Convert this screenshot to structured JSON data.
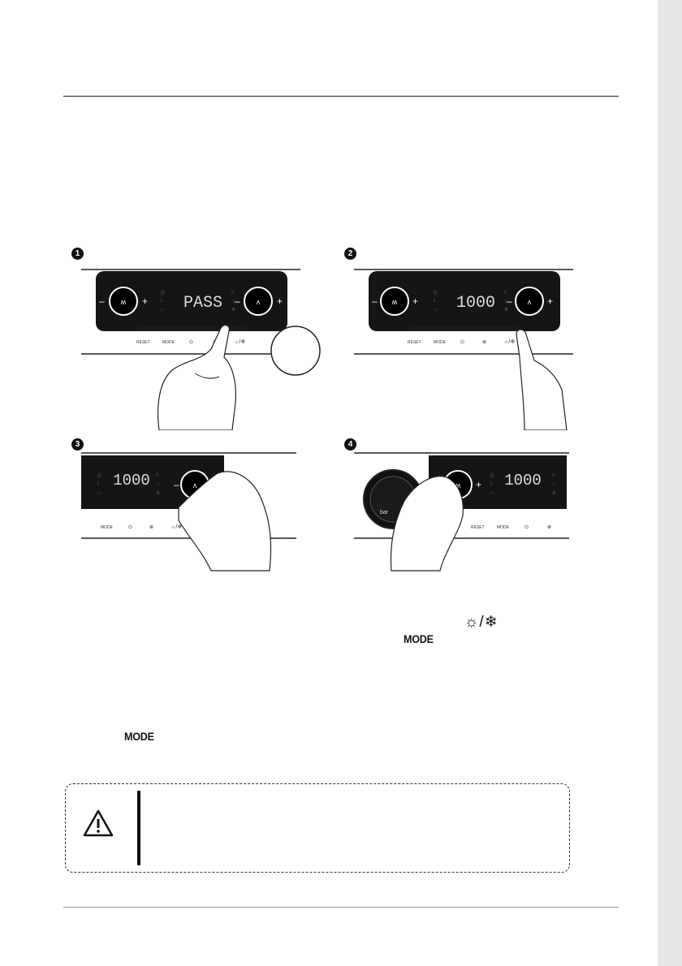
{
  "steps": [
    {
      "number": "1",
      "display": "PASS",
      "buttons": [
        "RESET",
        "MODE"
      ]
    },
    {
      "number": "2",
      "display": "1000",
      "buttons": [
        "RESET",
        "MODE"
      ]
    },
    {
      "number": "3",
      "display": "1000",
      "buttons": [
        "MODE"
      ]
    },
    {
      "number": "4",
      "display": "1000",
      "buttons": [
        "RESET",
        "MODE"
      ],
      "gauge_label": "bar"
    }
  ],
  "inline_symbols": {
    "mode_1": "MODE",
    "mode_2": "MODE",
    "sun_snow": "☼/❄"
  },
  "icons": {
    "knob_heating": "radiator-icon",
    "knob_dhw": "tap-icon",
    "warning": "warning-triangle-icon"
  }
}
